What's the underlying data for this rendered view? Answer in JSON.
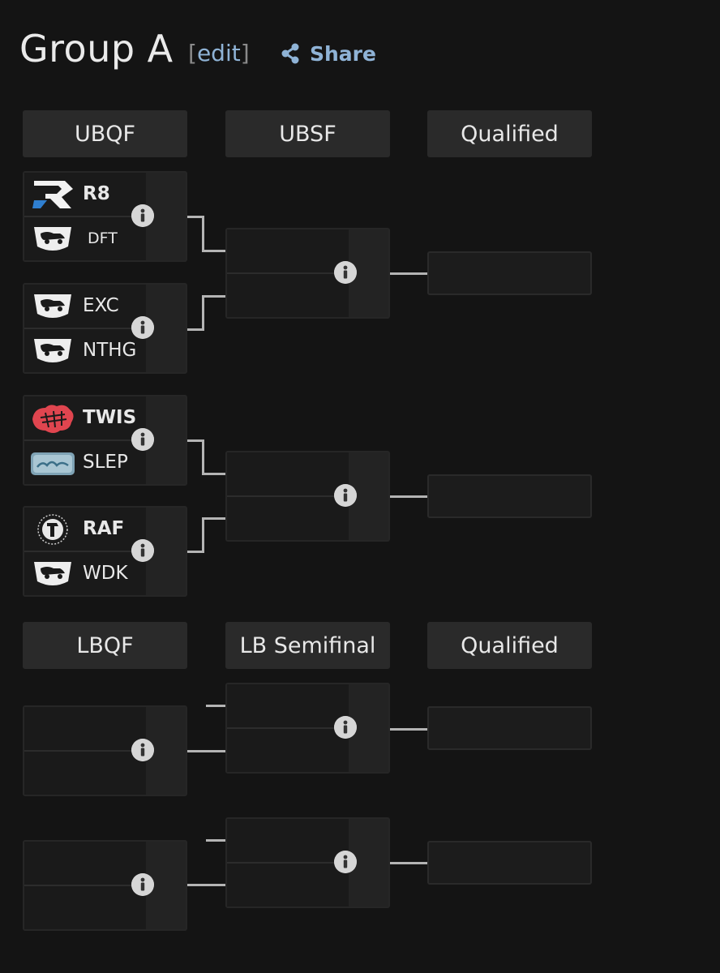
{
  "page": {
    "title": "Group A",
    "edit_open": "[",
    "edit_label": "edit",
    "edit_close": "]",
    "share_label": "Share"
  },
  "upper_bracket": {
    "round_headers": [
      "UBQF",
      "UBSF",
      "Qualified"
    ],
    "quarterfinals": [
      {
        "team1": "R8",
        "team2": "DFT"
      },
      {
        "team1": "EXC",
        "team2": "NTHG"
      },
      {
        "team1": "TWIS",
        "team2": "SLEP"
      },
      {
        "team1": "RAF",
        "team2": "WDK"
      }
    ]
  },
  "lower_bracket": {
    "round_headers": [
      "LBQF",
      "LB Semifinal",
      "Qualified"
    ]
  },
  "icons": {
    "info": "info-icon",
    "share": "share-icon",
    "team_logos": [
      "r8-logo",
      "rocket-league-logo",
      "twisted-minds-logo",
      "sleeping-logo",
      "raf-logo"
    ]
  },
  "colors": {
    "background": "#141414",
    "link": "#8fb3d6",
    "twis_logo": "#e0454f",
    "r8_accent": "#2f7fd0"
  }
}
